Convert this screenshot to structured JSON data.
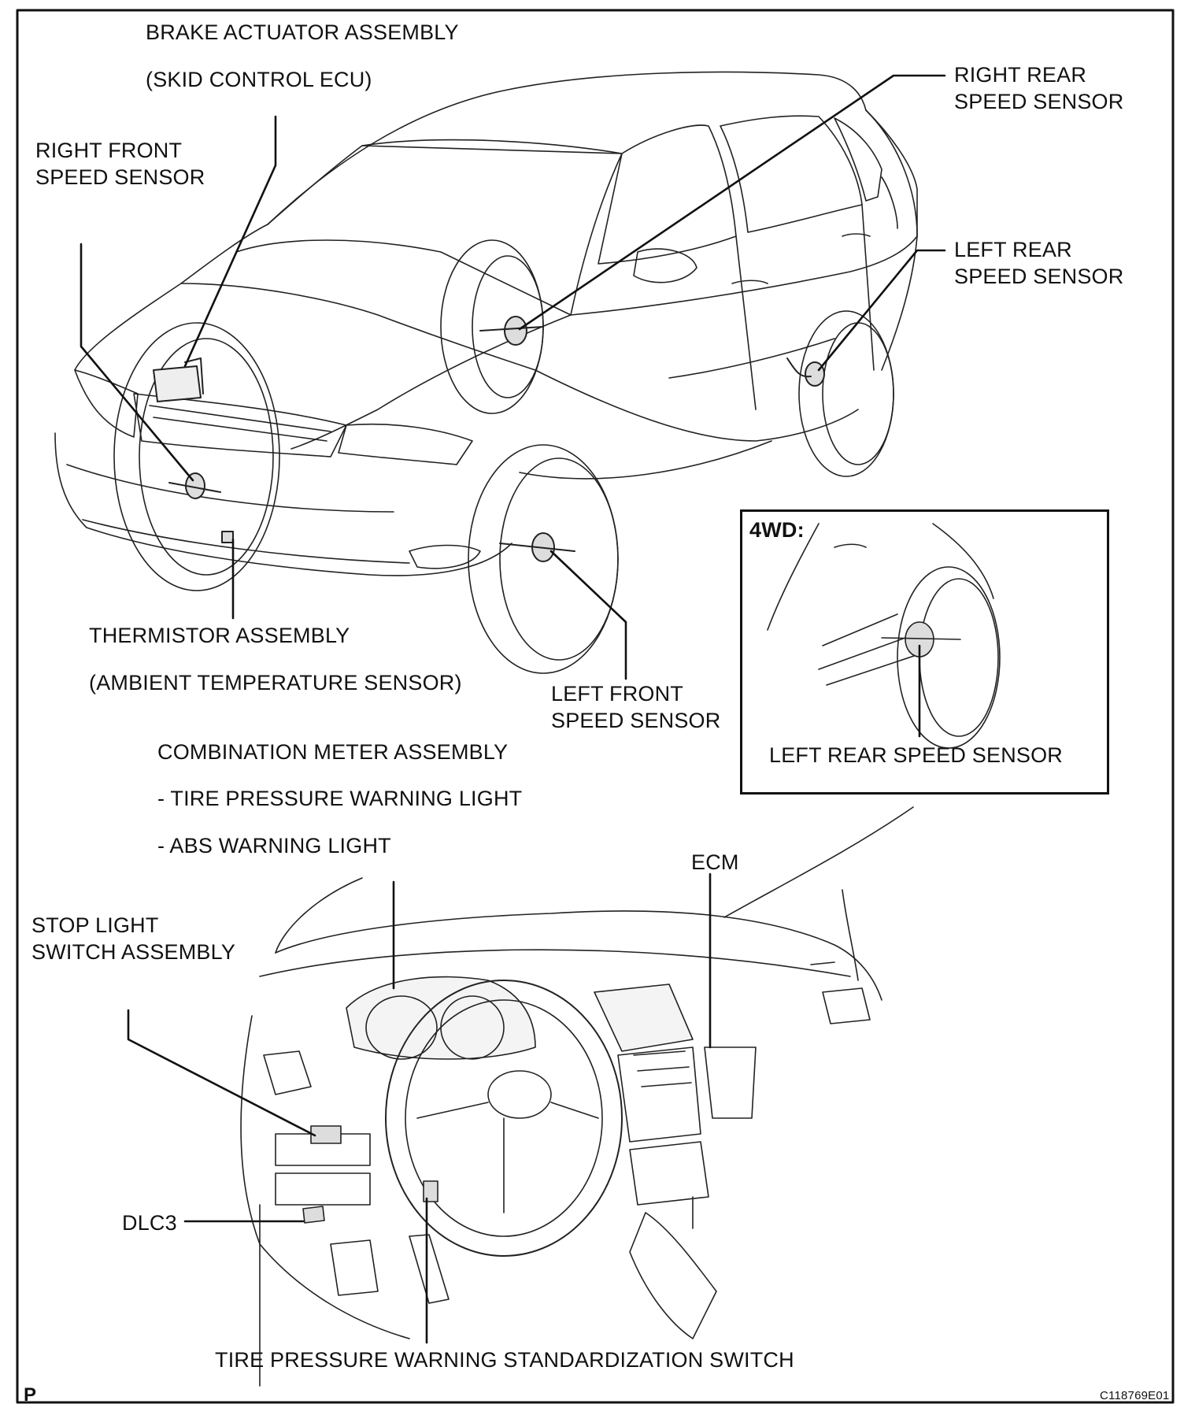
{
  "labels": {
    "brake_actuator": "BRAKE ACTUATOR ASSEMBLY",
    "skid_control": "(SKID CONTROL ECU)",
    "right_front_1": "RIGHT FRONT",
    "right_front_2": "SPEED SENSOR",
    "right_rear_1": "RIGHT REAR",
    "right_rear_2": "SPEED SENSOR",
    "left_rear_1": "LEFT REAR",
    "left_rear_2": "SPEED SENSOR",
    "thermistor": "THERMISTOR ASSEMBLY",
    "ambient": "(AMBIENT TEMPERATURE SENSOR)",
    "left_front_1": "LEFT FRONT",
    "left_front_2": "SPEED SENSOR",
    "combination": "COMBINATION METER ASSEMBLY",
    "tire_light": "- TIRE PRESSURE WARNING LIGHT",
    "abs_light": "- ABS WARNING LIGHT",
    "ecm": "ECM",
    "stop_1": "STOP LIGHT",
    "stop_2": "SWITCH ASSEMBLY",
    "dlc3": "DLC3",
    "standardization": "TIRE PRESSURE WARNING STANDARDIZATION SWITCH",
    "page_letter": "P",
    "figure_code": "C118769E01"
  },
  "inset": {
    "title": "4WD:",
    "label": "LEFT REAR SPEED SENSOR"
  }
}
